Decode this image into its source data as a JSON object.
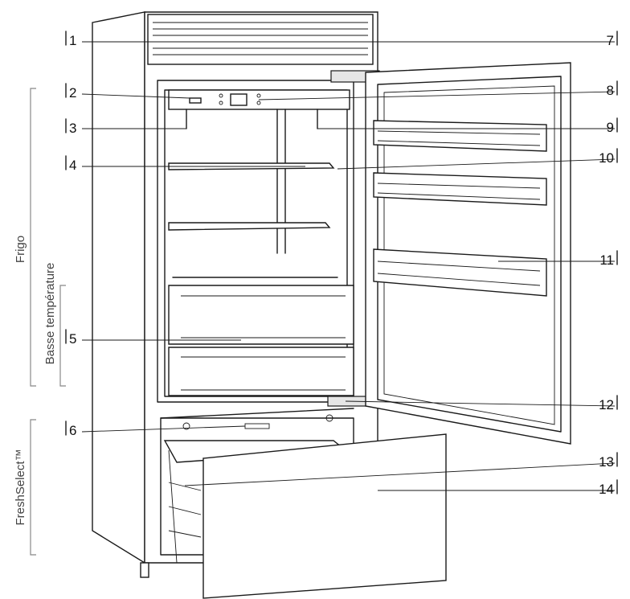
{
  "callouts": {
    "left": [
      "1",
      "2",
      "3",
      "4",
      "5",
      "6"
    ],
    "right": [
      "7",
      "8",
      "9",
      "10",
      "11",
      "12",
      "13",
      "14"
    ]
  },
  "zones": {
    "fridge": "Frigo",
    "low_temp": "Basse température",
    "freshselect": "FreshSelect™"
  }
}
